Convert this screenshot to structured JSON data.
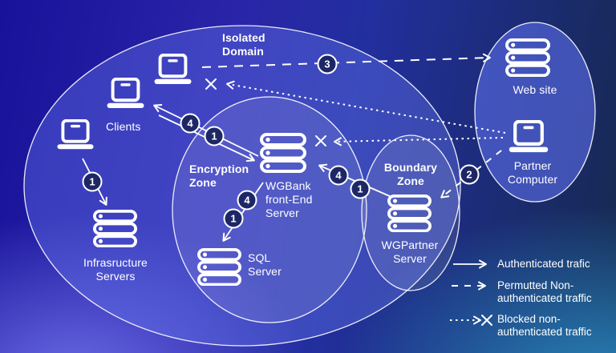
{
  "zones": {
    "isolated_domain": {
      "title": "Isolated\nDomain"
    },
    "encryption_zone": {
      "title": "Encryption\nZone"
    },
    "boundary_zone": {
      "title": "Boundary\nZone"
    }
  },
  "nodes": {
    "clients": {
      "label": "Clients",
      "icon": "laptop-icon"
    },
    "infrastructure_servers": {
      "label": "Infrasructure\nServers",
      "icon": "server-stack-icon"
    },
    "wgbank_front_end_server": {
      "label": "WGBank\nfront-End\nServer",
      "icon": "server-stack-icon"
    },
    "sql_server": {
      "label": "SQL\nServer",
      "icon": "server-stack-icon"
    },
    "wgpartner_server": {
      "label": "WGPartner\nServer",
      "icon": "server-stack-icon"
    },
    "web_site": {
      "label": "Web site",
      "icon": "server-stack-icon"
    },
    "partner_computer": {
      "label": "Partner\nComputer",
      "icon": "laptop-icon"
    }
  },
  "step_badges": {
    "infra_1": "1",
    "clients_4": "4",
    "clients_1": "1",
    "sql_4": "4",
    "sql_1": "1",
    "wgpartner_4": "4",
    "wgpartner_1": "1",
    "partner_2": "2",
    "website_3": "3"
  },
  "legend": {
    "authenticated": "Authenticated trafic",
    "permitted": "Permutted Non-\nauthenticated traffic",
    "blocked": "Blocked non-\nauthenticated traffic"
  },
  "colors": {
    "line": "#ffffff",
    "badge_fill": "#1e2766",
    "bg_top_left": "#18129a",
    "bg_bottom_left": "#5a5bd4",
    "bg_top_right": "#16294e",
    "bg_bottom_right": "#2c83be",
    "zone_border": "#ffffff"
  }
}
